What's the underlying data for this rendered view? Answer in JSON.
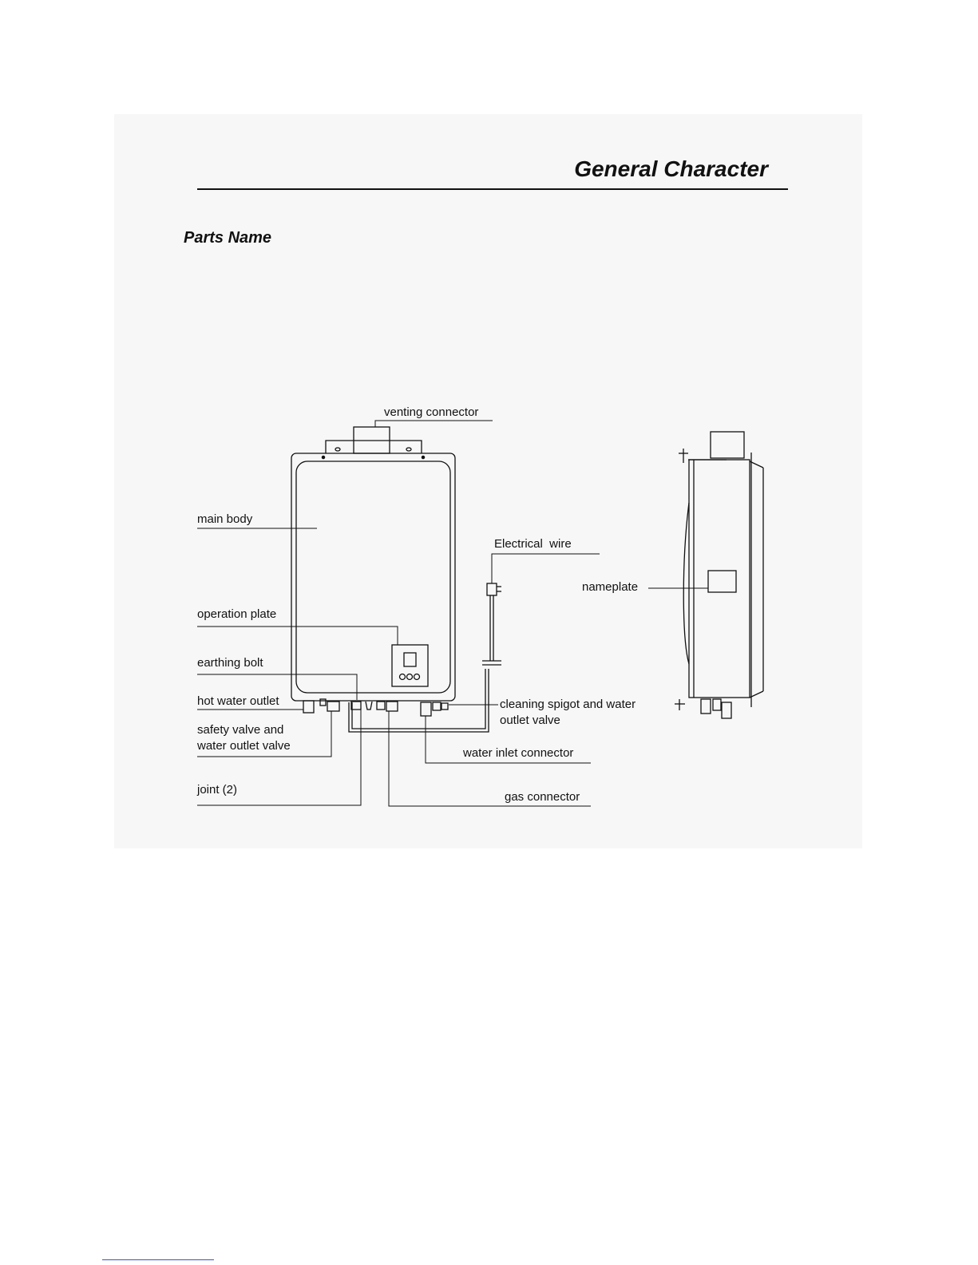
{
  "page": {
    "header_title": "General Character",
    "section_title": "Parts Name"
  },
  "diagram": {
    "labels": {
      "venting_connector": "venting connector",
      "main_body": "main body",
      "electrical_wire": "Electrical  wire",
      "nameplate": "nameplate",
      "operation_plate": "operation plate",
      "earthing_bolt": "earthing bolt",
      "hot_water_outlet": "hot water outlet",
      "cleaning_spigot_line1": "cleaning spigot and water",
      "cleaning_spigot_line2": "outlet valve",
      "safety_valve_line1": "safety valve and",
      "safety_valve_line2": "water outlet valve",
      "water_inlet_connector": "water inlet connector",
      "joint": "joint (2)",
      "gas_connector": "gas connector"
    }
  },
  "colors": {
    "ink": "#111111",
    "scan_background": "#f7f7f7",
    "footer_rule": "#3355cc"
  }
}
